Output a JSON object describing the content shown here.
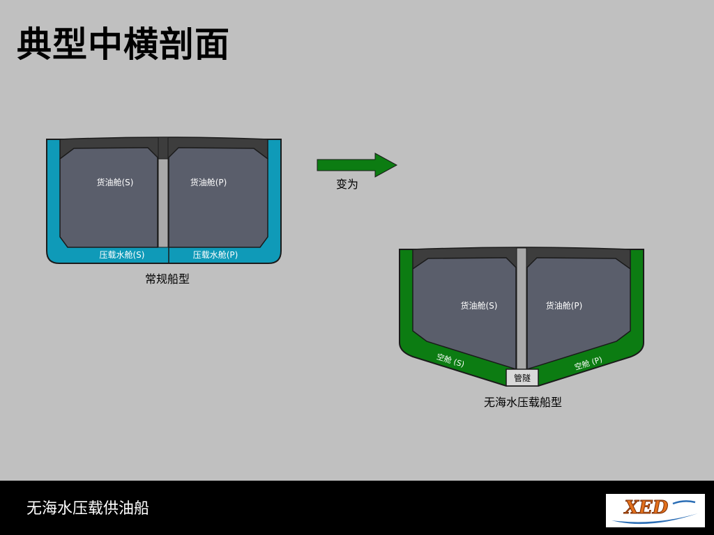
{
  "title": "典型中横剖面",
  "conventional": {
    "caption": "常规船型",
    "cargo_tank_s": "货油舱(S)",
    "cargo_tank_p": "货油舱(P)",
    "ballast_tank_s": "压载水舱(S)",
    "ballast_tank_p": "压载水舱(P)"
  },
  "arrow": {
    "label": "变为"
  },
  "ballast_free": {
    "caption": "无海水压载船型",
    "cargo_tank_s": "货油舱(S)",
    "cargo_tank_p": "货油舱(P)",
    "void_space_s": "空舱 (S)",
    "void_space_p": "空舱 (P)",
    "pipe_tunnel": "管隧"
  },
  "footer": {
    "text": "无海水压载供油船"
  },
  "logo": {
    "text": "XED"
  },
  "colors": {
    "background": "#c0c0c0",
    "ballast_blue": "#0f9ab8",
    "ballast_green": "#0c7c12",
    "tank_gray": "#5a5e6b",
    "deck_dark": "#3d3d3d",
    "arrow_green": "#0c7c12"
  }
}
